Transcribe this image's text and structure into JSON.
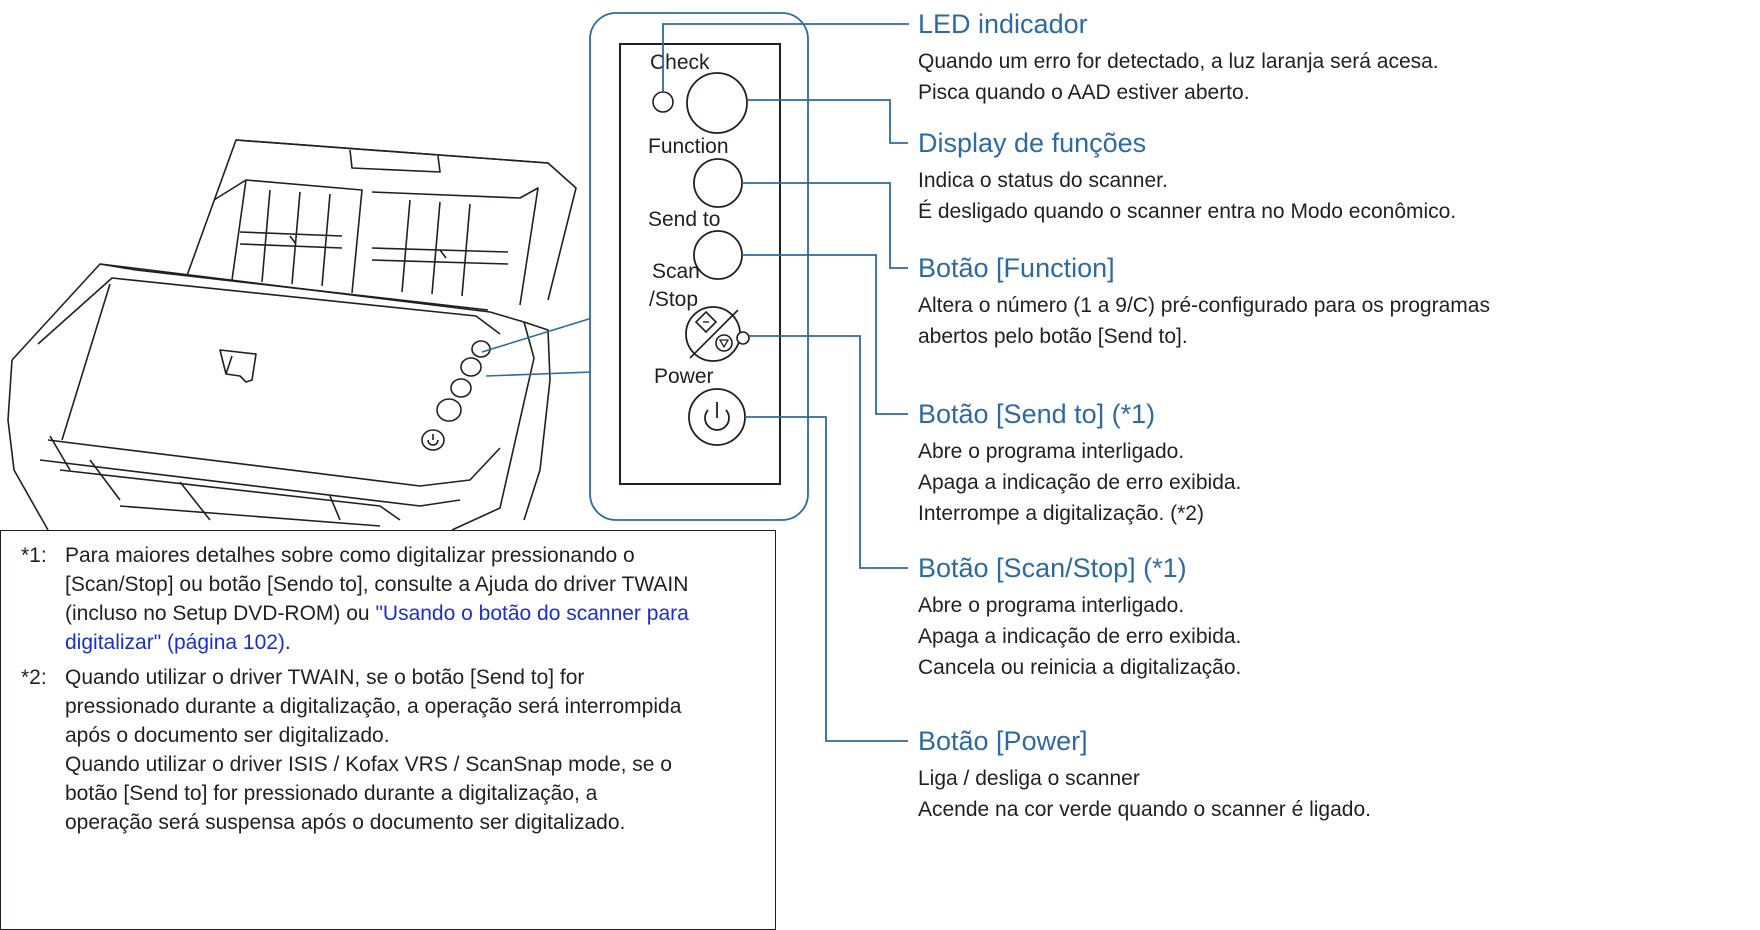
{
  "panel_labels": {
    "check": "Check",
    "function": "Function",
    "send_to": "Send to",
    "scan": "Scan",
    "stop": "/Stop",
    "power": "Power"
  },
  "callouts": [
    {
      "title": "LED indicador",
      "lines": [
        "Quando um erro for detectado, a luz laranja será acesa.",
        "Pisca quando o AAD estiver aberto."
      ]
    },
    {
      "title": "Display de funções",
      "lines": [
        "Indica o status do scanner.",
        "É desligado quando o scanner entra no Modo econômico."
      ]
    },
    {
      "title": "Botão [Function]",
      "lines": [
        "Altera o número (1 a 9/C) pré-configurado para os programas",
        "abertos pelo botão [Send to]."
      ]
    },
    {
      "title": "Botão [Send to] (*1)",
      "lines": [
        "Abre o programa interligado.",
        "Apaga a indicação de erro exibida.",
        "Interrompe a digitalização. (*2)"
      ]
    },
    {
      "title": "Botão [Scan/Stop] (*1)",
      "lines": [
        "Abre o programa interligado.",
        "Apaga a indicação de erro exibida.",
        "Cancela ou reinicia a digitalização."
      ]
    },
    {
      "title": "Botão [Power]",
      "lines": [
        "Liga / desliga o scanner",
        "Acende na cor verde quando o scanner é ligado."
      ]
    }
  ],
  "notes": {
    "note1": {
      "num": "*1:",
      "line1": "Para maiores detalhes sobre como digitalizar pressionando o",
      "line2": "[Scan/Stop] ou botão [Sendo to], consulte a Ajuda do driver TWAIN",
      "line3_text": "(incluso no Setup DVD-ROM) ou ",
      "line3_link": "\"Usando o botão do scanner para",
      "line4_link": "digitalizar\" (página 102)",
      "line4_text": "."
    },
    "note2": {
      "num": "*2:",
      "lines": [
        "Quando utilizar o driver TWAIN, se o botão [Send to] for",
        "pressionado durante a digitalização, a operação será interrompida",
        "após o documento ser digitalizado.",
        "Quando utilizar o driver ISIS / Kofax VRS / ScanSnap mode, se o",
        "botão [Send to] for pressionado durante a digitalização, a",
        "operação será suspensa após o documento ser digitalizado."
      ]
    }
  },
  "colors": {
    "title": "#2e6aa0",
    "callout_frame": "#2e6aa0",
    "link": "#1b2fd1",
    "text": "#231f20"
  }
}
